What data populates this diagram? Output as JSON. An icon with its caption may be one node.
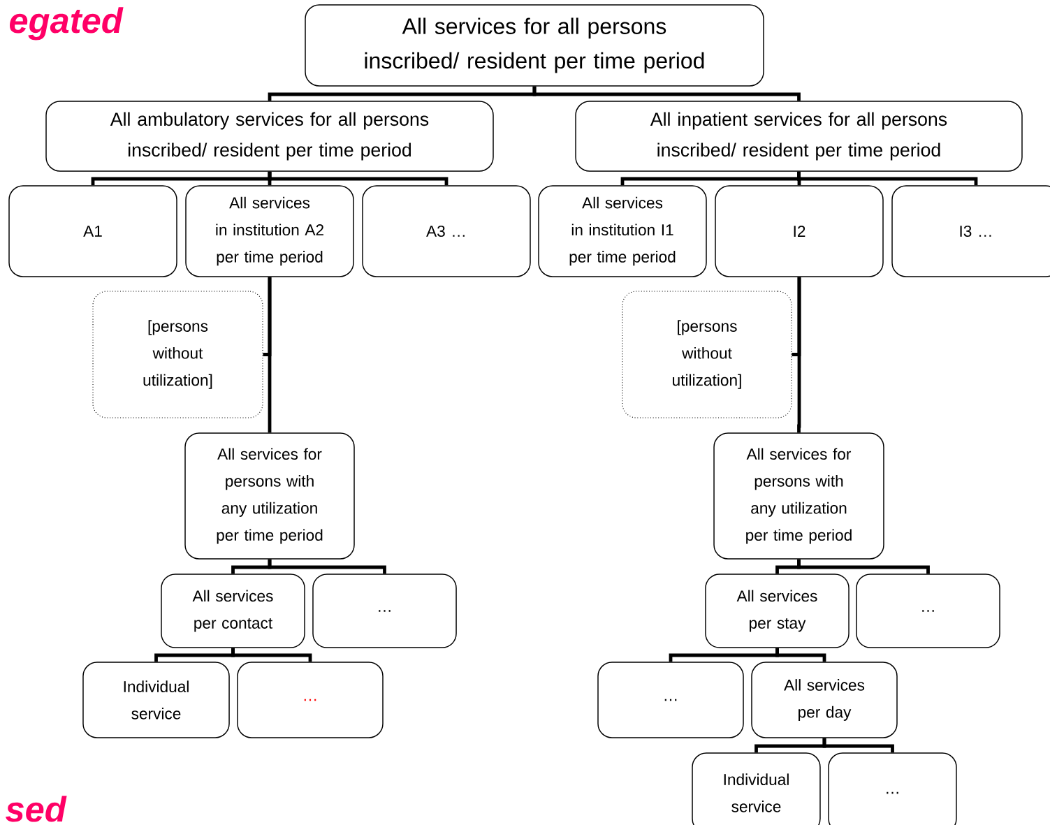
{
  "diagram": {
    "nodes": [
      {
        "text": [
          "All services for all persons inscribed/ resident per time period"
        ]
      },
      {
        "text": [
          "All ambulatory services for all persons inscribed/ resident per time period"
        ]
      },
      {
        "text": [
          "All inpatient services for all persons inscribed/ resident per time period"
        ]
      },
      {
        "text": [
          "A1"
        ]
      },
      {
        "text": [
          "All services in institution A2 per time period"
        ]
      },
      {
        "text": [
          "A3 …"
        ]
      },
      {
        "text": [
          "All services in institution I1 per time period"
        ]
      },
      {
        "text": [
          "I2"
        ]
      },
      {
        "text": [
          "I3 …"
        ]
      },
      {
        "text": [
          "[persons without utilization]"
        ]
      },
      {
        "text": [
          "All services for persons with any utilization per time period"
        ]
      },
      {
        "text": [
          "[persons without utilization]"
        ]
      },
      {
        "text": [
          "All services for persons with any utilization per time period"
        ]
      },
      {
        "text": [
          "All services per contact"
        ]
      },
      {
        "text": [
          "…"
        ]
      },
      {
        "text": [
          "All services per stay"
        ]
      },
      {
        "text": [
          "…"
        ]
      },
      {
        "text": [
          "Individual service"
        ]
      },
      {
        "text": [
          "…"
        ]
      },
      {
        "text": [
          "…"
        ]
      },
      {
        "text": [
          "All services per day"
        ]
      },
      {
        "text": [
          "Individual service"
        ]
      },
      {
        "text": [
          "…"
        ]
      }
    ],
    "edges": [
      {
        "from": 0,
        "to": 1,
        "arrow": "none"
      },
      {
        "from": 0,
        "to": 2,
        "arrow": "none"
      },
      {
        "from": 1,
        "to": 3,
        "arrow": "none"
      },
      {
        "from": 1,
        "to": 4,
        "arrow": "none"
      },
      {
        "from": 1,
        "to": 5,
        "arrow": "none"
      },
      {
        "from": 2,
        "to": 6,
        "arrow": "none"
      },
      {
        "from": 2,
        "to": 7,
        "arrow": "none"
      },
      {
        "from": 2,
        "to": 8,
        "arrow": "none"
      },
      {
        "from": 4,
        "to": 9,
        "arrow": "none"
      },
      {
        "from": 4,
        "to": 10,
        "arrow": "none"
      },
      {
        "from": 7,
        "to": 11,
        "arrow": "none"
      },
      {
        "from": 7,
        "to": 12,
        "arrow": "none"
      },
      {
        "from": 10,
        "to": 13,
        "arrow": "none"
      },
      {
        "from": 10,
        "to": 14,
        "arrow": "none"
      },
      {
        "from": 12,
        "to": 15,
        "arrow": "none"
      },
      {
        "from": 12,
        "to": 16,
        "arrow": "none"
      },
      {
        "from": 13,
        "to": 17,
        "arrow": "none"
      },
      {
        "from": 13,
        "to": 18,
        "arrow": "none"
      },
      {
        "from": 15,
        "to": 19,
        "arrow": "none"
      },
      {
        "from": 15,
        "to": 20,
        "arrow": "none"
      },
      {
        "from": 20,
        "to": 21,
        "arrow": "none"
      },
      {
        "from": 20,
        "to": 22,
        "arrow": "none"
      }
    ],
    "labels": [
      "egated",
      "sed"
    ]
  }
}
